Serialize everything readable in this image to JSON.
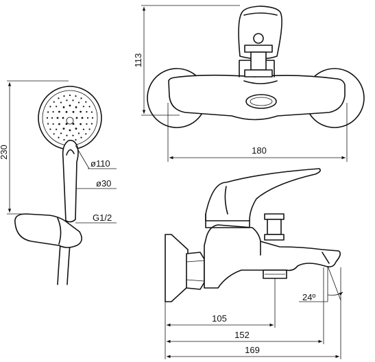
{
  "dimensions": {
    "front_height": "113",
    "front_width": "180",
    "shower_height": "230",
    "head_diameter": "ø110",
    "handle_diameter": "ø30",
    "thread": "G1/2",
    "spout_reach_1": "105",
    "spout_reach_2": "152",
    "overall_depth": "169",
    "spout_angle": "24º"
  }
}
